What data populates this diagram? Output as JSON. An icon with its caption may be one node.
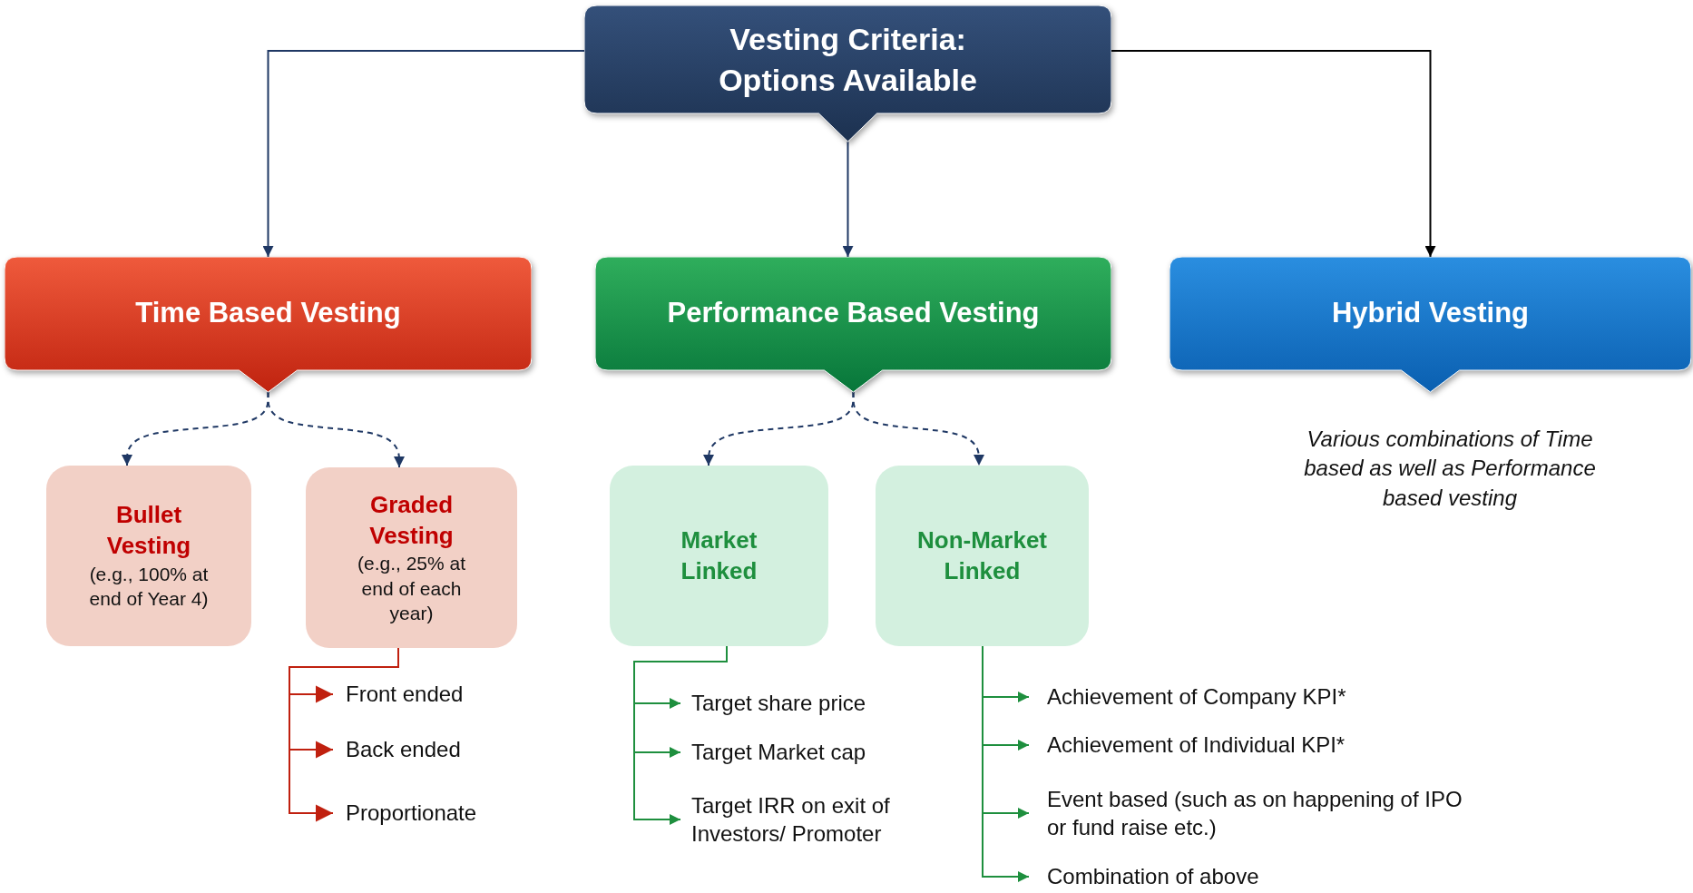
{
  "diagram": {
    "nodes": [
      {
        "text": [
          "Vesting Criteria: Options Available"
        ]
      },
      {
        "text": [
          "Time Based Vesting"
        ]
      },
      {
        "text": [
          "Performance Based Vesting"
        ]
      },
      {
        "text": [
          "Hybrid Vesting"
        ],
        "beside": [
          "Various combinations of Time based as well as Performance based vesting"
        ]
      },
      {
        "text": [
          "Bullet Vesting",
          "(e.g., 100% at end of Year 4)"
        ]
      },
      {
        "text": [
          "Graded Vesting",
          "(e.g., 25% at end of each year)"
        ]
      },
      {
        "text": [
          "Market Linked"
        ]
      },
      {
        "text": [
          "Non-Market Linked"
        ]
      },
      {
        "text": [
          "Front ended"
        ]
      },
      {
        "text": [
          "Back ended"
        ]
      },
      {
        "text": [
          "Proportionate"
        ]
      },
      {
        "text": [
          "Target share price"
        ]
      },
      {
        "text": [
          "Target Market cap"
        ]
      },
      {
        "text": [
          "Target IRR on exit of Investors/ Promoter"
        ]
      },
      {
        "text": [
          "Achievement of Company KPI*"
        ]
      },
      {
        "text": [
          "Achievement of Individual KPI*"
        ]
      },
      {
        "text": [
          "Event based (such as on happening of IPO or fund raise etc.)"
        ]
      },
      {
        "text": [
          "Combination of above"
        ]
      }
    ],
    "edges": [
      {
        "from": 0,
        "to": 1,
        "arrow": "to",
        "color": "#1f3864"
      },
      {
        "from": 0,
        "to": 2,
        "arrow": "to",
        "color": "#1f3864"
      },
      {
        "from": 0,
        "to": 3,
        "arrow": "to",
        "color": "#000000"
      },
      {
        "from": 1,
        "to": 4,
        "arrow": "to",
        "style": "dashed",
        "color": "#1f3864"
      },
      {
        "from": 1,
        "to": 5,
        "arrow": "to",
        "style": "dashed",
        "color": "#1f3864"
      },
      {
        "from": 2,
        "to": 6,
        "arrow": "to",
        "style": "dashed",
        "color": "#1f3864"
      },
      {
        "from": 2,
        "to": 7,
        "arrow": "to",
        "style": "dashed",
        "color": "#1f3864"
      },
      {
        "from": 5,
        "to": 8,
        "arrow": "to",
        "color": "#c0200f"
      },
      {
        "from": 5,
        "to": 9,
        "arrow": "to",
        "color": "#c0200f"
      },
      {
        "from": 5,
        "to": 10,
        "arrow": "to",
        "color": "#c0200f"
      },
      {
        "from": 6,
        "to": 11,
        "arrow": "to"
      },
      {
        "from": 6,
        "to": 12,
        "arrow": "to"
      },
      {
        "from": 6,
        "to": 13,
        "arrow": "to"
      },
      {
        "from": 7,
        "to": 14,
        "arrow": "to"
      },
      {
        "from": 7,
        "to": 15,
        "arrow": "to"
      },
      {
        "from": 7,
        "to": 16,
        "arrow": "to"
      },
      {
        "from": 7,
        "to": 17,
        "arrow": "to"
      }
    ]
  }
}
